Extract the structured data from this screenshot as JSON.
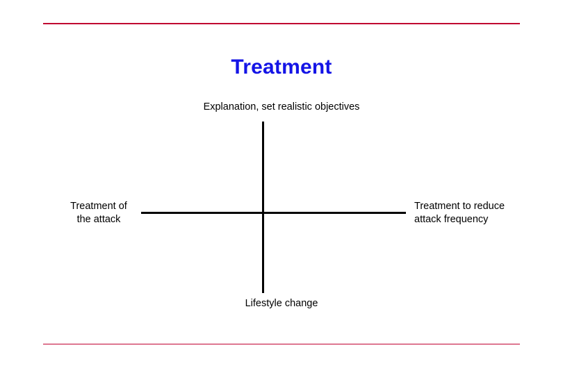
{
  "slide": {
    "title": "Treatment",
    "quadrant_labels": {
      "top": "Explanation, set realistic objectives",
      "bottom": "Lifestyle change",
      "left": "Treatment of\nthe attack",
      "left_line1": "Treatment of",
      "left_line2": "the attack",
      "right_line1": "Treatment to reduce",
      "right_line2": "attack frequency"
    },
    "colors": {
      "title": "#1414e6",
      "rule": "#c00030",
      "axis": "#000000",
      "text": "#000000",
      "background": "#ffffff"
    }
  }
}
